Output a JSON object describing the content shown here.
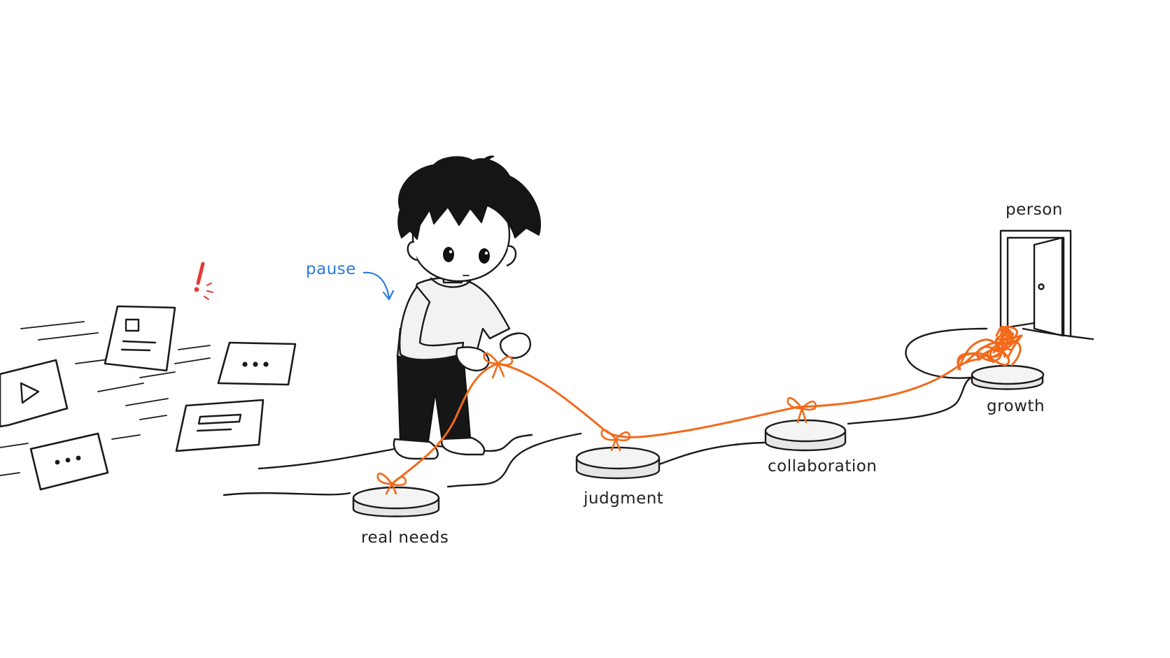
{
  "labels": {
    "pause": "pause",
    "person": "person",
    "stones": [
      {
        "label": "real needs"
      },
      {
        "label": "judgment"
      },
      {
        "label": "collaboration"
      },
      {
        "label": "growth"
      }
    ]
  },
  "colors": {
    "thread": "#f26a1b",
    "annotation": "#2a7be0",
    "alert": "#e53935",
    "ink": "#1a1a1a"
  },
  "icons": [
    "exclamation-icon",
    "play-icon",
    "ellipsis-icon",
    "document-icon",
    "text-lines-icon",
    "open-door-icon",
    "curved-arrow-icon"
  ]
}
